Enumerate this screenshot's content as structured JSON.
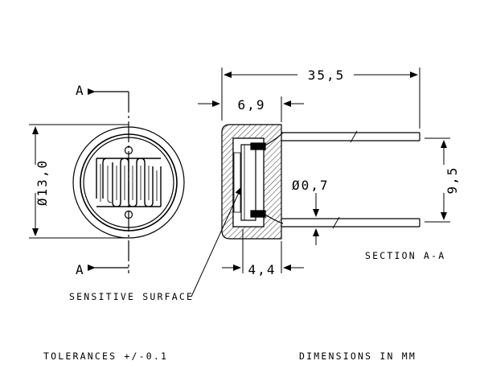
{
  "section_marks": {
    "top": "A",
    "bottom": "A"
  },
  "dimensions": {
    "diameter_body": "Ø13,0",
    "length_total": "35,5",
    "body_depth": "6,9",
    "pin_pitch": "9,5",
    "lead_diameter": "Ø0,7",
    "window_depth": "4,4"
  },
  "labels": {
    "section_view": "SECTION  A-A",
    "sensitive_surface": "SENSITIVE SURFACE",
    "tolerances": "TOLERANCES +/-0.1",
    "units": "DIMENSIONS IN MM"
  },
  "colors": {
    "ink": "#000000",
    "paper": "#ffffff"
  }
}
